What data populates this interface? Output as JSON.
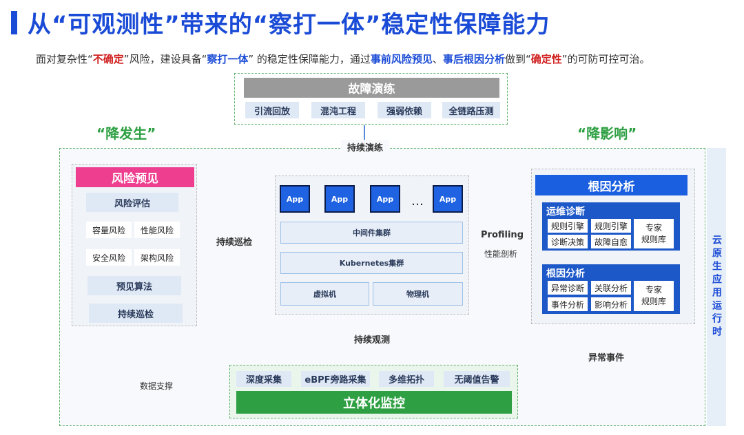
{
  "header": {
    "title": "从“可观测性”带来的“察打一体”稳定性保障能力",
    "subtitle": {
      "p1": "面对复杂性“",
      "p2": "不确定",
      "p3": "”风险，建设具备“",
      "p4": "察打一体",
      "p5": "” 的稳定性保障能力，通过",
      "p6": "事前风险预见",
      "p7": "、",
      "p8": "事后根因分析",
      "p9": "做到“",
      "p10": "确定性",
      "p11": "”的可防可控可治。"
    }
  },
  "drill": {
    "header": "故障演练",
    "items": [
      "引流回放",
      "混沌工程",
      "强弱依赖",
      "全链路压测"
    ]
  },
  "reduce_occurrence": "“降发生”",
  "reduce_impact": "“降影响”",
  "continuous_drill": "持续演练",
  "risk": {
    "header": "风险预见",
    "assessment": "风险评估",
    "items": [
      "容量风险",
      "性能风险",
      "安全风险",
      "架构风险"
    ],
    "algorithm": "预见算法",
    "inspection": "持续巡检"
  },
  "continuous_inspection": "持续巡检",
  "stack": {
    "apps": [
      "App",
      "App",
      "App",
      "App"
    ],
    "ellipsis": "…",
    "middleware": "中间件集群",
    "kubernetes": "Kubernetes集群",
    "vm": "虚拟机",
    "physical": "物理机"
  },
  "profiling": "Profiling",
  "profiling_sub": "性能剖析",
  "continuous_observe": "持续观测",
  "root_cause": {
    "header": "根因分析",
    "ops": {
      "title": "运维诊断",
      "items": [
        "规则引擎",
        "规则引擎",
        "诊断决策",
        "故障自愈"
      ],
      "expert": "专家\n规则库"
    },
    "rca": {
      "title": "根因分析",
      "items": [
        "异常诊断",
        "关联分析",
        "事件分析",
        "影响分析"
      ],
      "expert": "专家\n规则库"
    }
  },
  "anomaly_event": "异常事件",
  "cloud_native": "云原生应用运行时",
  "data_support": "数据支撑",
  "monitoring": {
    "items": [
      "深度采集",
      "eBPF旁路采集",
      "多维拓扑",
      "无阈值告警"
    ],
    "footer": "立体化监控"
  },
  "colors": {
    "accent_blue": "#1a4bd6",
    "green": "#2ea043",
    "pink": "#ee3e8f",
    "red": "#d11f1f"
  }
}
